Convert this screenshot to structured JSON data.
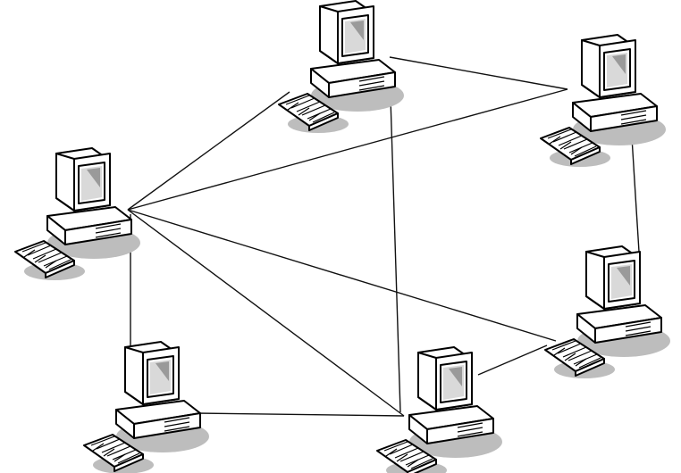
{
  "diagram": {
    "type": "mesh-network",
    "nodes": [
      {
        "id": "top-center",
        "icon": "desktop-computer-icon"
      },
      {
        "id": "top-right",
        "icon": "desktop-computer-icon"
      },
      {
        "id": "left",
        "icon": "desktop-computer-icon"
      },
      {
        "id": "right",
        "icon": "desktop-computer-icon"
      },
      {
        "id": "bottom-left",
        "icon": "desktop-computer-icon"
      },
      {
        "id": "bottom-center",
        "icon": "desktop-computer-icon"
      }
    ],
    "links": [
      [
        "top-center",
        "top-right"
      ],
      [
        "top-center",
        "left"
      ],
      [
        "top-center",
        "bottom-center"
      ],
      [
        "top-right",
        "left"
      ],
      [
        "top-right",
        "right"
      ],
      [
        "left",
        "bottom-left"
      ],
      [
        "left",
        "bottom-center"
      ],
      [
        "left",
        "right"
      ],
      [
        "bottom-left",
        "bottom-center"
      ],
      [
        "bottom-center",
        "right"
      ]
    ]
  }
}
